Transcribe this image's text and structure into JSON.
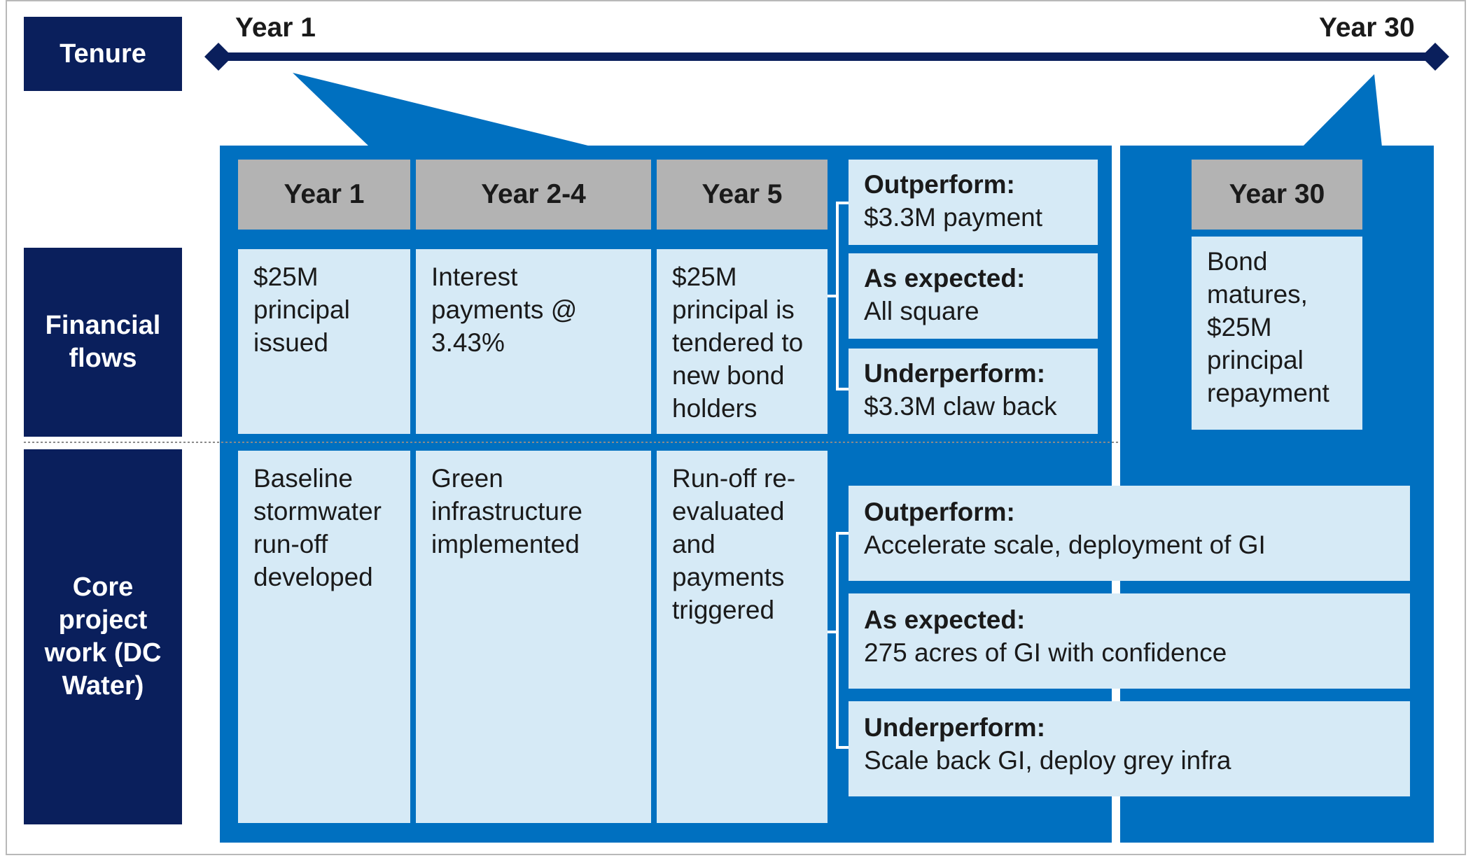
{
  "row_labels": {
    "tenure": "Tenure",
    "financial": "Financial flows",
    "core": "Core project work (DC Water)"
  },
  "timeline": {
    "start_label": "Year 1",
    "end_label": "Year 30"
  },
  "headers": {
    "year1": "Year 1",
    "year2_4": "Year 2-4",
    "year5": "Year 5",
    "year30": "Year 30"
  },
  "financial_flows": {
    "year1": "$25M principal issued",
    "year2_4": "Interest payments @ 3.43%",
    "year5": "$25M principal is tendered to new bond holders",
    "year30": "Bond matures, $25M principal repayment",
    "outcomes": [
      {
        "title": "Outperform:",
        "detail": "$3.3M payment"
      },
      {
        "title": "As expected:",
        "detail": "All square"
      },
      {
        "title": "Underperform:",
        "detail": "$3.3M claw back"
      }
    ]
  },
  "core_work": {
    "year1": "Baseline stormwater run-off developed",
    "year2_4": "Green infrastructure implemented",
    "year5": "Run-off re-evaluated and payments triggered",
    "outcomes": [
      {
        "title": "Outperform:",
        "detail": "Accelerate scale, deployment of GI"
      },
      {
        "title": "As expected:",
        "detail": "275 acres of GI with confidence"
      },
      {
        "title": "Underperform:",
        "detail": "Scale back GI, deploy grey infra"
      }
    ]
  },
  "colors": {
    "navy": "#0a1f5c",
    "blue": "#0070c0",
    "light": "#d6eaf6",
    "grey": "#b3b3b3"
  }
}
